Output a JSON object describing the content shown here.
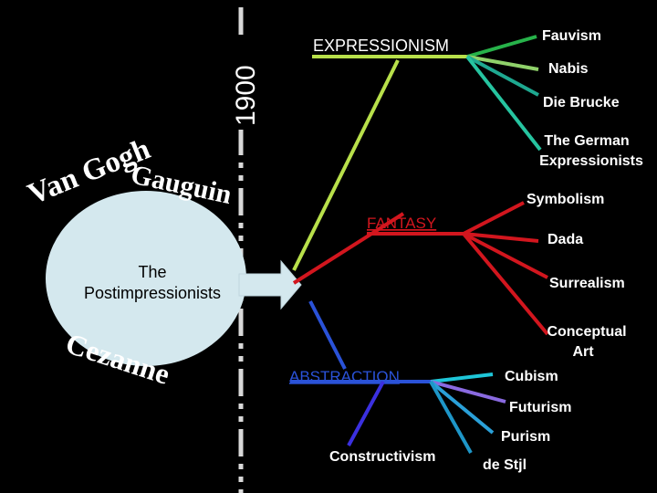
{
  "timeline": {
    "year": "1900"
  },
  "artists": {
    "van_gogh": "Van Gogh",
    "gauguin": "Gauguin",
    "cezanne": "Cezanne"
  },
  "source": {
    "label_line1": "The",
    "label_line2": "Postimpressionists",
    "fill": "#d4e8ee"
  },
  "movements": {
    "expressionism": "EXPRESSIONISM",
    "fantasy": "FANTASY",
    "abstraction": "ABSTRACTION"
  },
  "branches": {
    "fauvism": "Fauvism",
    "nabis": "Nabis",
    "die_brucke": "Die Brucke",
    "german_1": "The German",
    "german_2": "Expressionists",
    "symbolism": "Symbolism",
    "dada": "Dada",
    "surrealism": "Surrealism",
    "conceptual_1": "Conceptual",
    "conceptual_2": "Art",
    "cubism": "Cubism",
    "futurism": "Futurism",
    "purism": "Purism",
    "constructivism": "Constructivism",
    "de_stijl": "de Stjl"
  },
  "colors": {
    "text": "#ffffff",
    "expressionism_line": "#b8e04a",
    "fauvism_line": "#27b24a",
    "nabis_line": "#8fd16a",
    "brucke_line": "#1ea890",
    "german_line": "#26c4a0",
    "fantasy_line": "#d2161e",
    "abstraction_line": "#2a52d8",
    "cubism_line": "#1ec6d8",
    "futurism_line": "#8a6ae0",
    "purism_line": "#2aa0d8",
    "constructivism_line": "#3b30e0",
    "destijl_line": "#1e96c8"
  }
}
